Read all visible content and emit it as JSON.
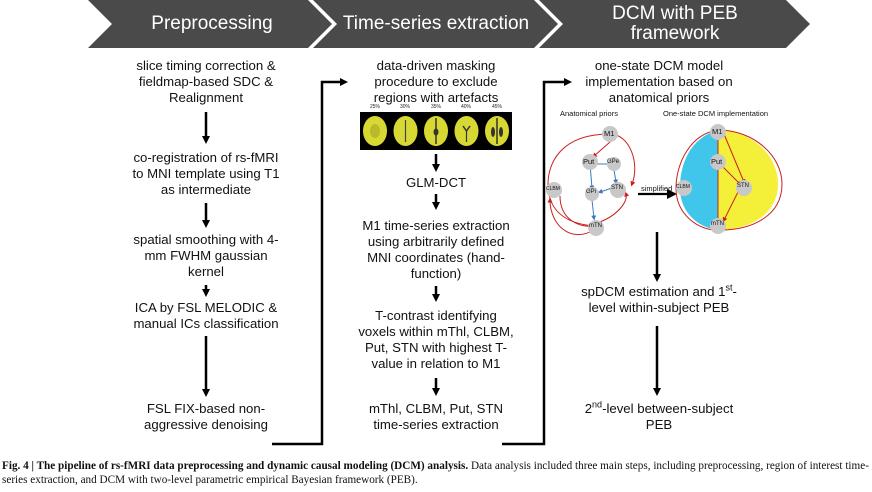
{
  "header": {
    "col1": "Preprocessing",
    "col2": "Time-series extraction",
    "col3_line1": "DCM with PEB",
    "col3_line2": "framework",
    "color": "#4a4a4a"
  },
  "preprocessing": {
    "s1": [
      "slice timing correction &",
      "fieldmap-based SDC &",
      "Realignment"
    ],
    "s2": [
      "co-registration of rs-fMRI",
      "to MNI template using T1",
      "as intermediate"
    ],
    "s3": [
      "spatial smoothing with 4-",
      "mm FWHM gaussian",
      "kernel"
    ],
    "s4": [
      "ICA by FSL MELODIC &",
      "manual ICs classification"
    ],
    "s5": [
      "FSL FIX-based non-",
      "aggressive denoising"
    ]
  },
  "timeseries": {
    "s1": [
      "data-driven masking",
      "procedure to exclude",
      "regions with artefacts"
    ],
    "brain_percentages": [
      "25%",
      "30%",
      "35%",
      "40%",
      "45%"
    ],
    "brain_color": "#d8d835",
    "s2": [
      "GLM-DCT"
    ],
    "s3": [
      "M1 time-series extraction",
      "using arbitrarily defined",
      "MNI coordinates (hand-",
      "function)"
    ],
    "s4": [
      "T-contrast identifying",
      "voxels within mThl, CLBM,",
      "Put, STN with highest T-",
      "value in relation to M1"
    ],
    "s5": [
      "mThl, CLBM, Put, STN",
      "time-series extraction"
    ]
  },
  "dcm": {
    "s1": [
      "one-state DCM model",
      "implementation based on",
      "anatomical priors"
    ],
    "fig_left_title": "Anatomical priors",
    "fig_right_title": "One-state DCM implementation",
    "simplified_label": "simplified",
    "nodes_left": [
      "M1",
      "Put",
      "GPe",
      "GPi",
      "STN",
      "CLBM",
      "mTN"
    ],
    "nodes_right": [
      "M1",
      "Put",
      "STN",
      "CLBM",
      "mTN"
    ],
    "s2_line1_pre": "spDCM estimation and 1",
    "s2_line1_sup": "st",
    "s2_line1_post": "-",
    "s2_line2": "level within-subject PEB",
    "s3_line1_pre": "2",
    "s3_line1_sup": "nd",
    "s3_line1_post": "-level between-subject",
    "s3_line2": "PEB",
    "region_colors": {
      "blue": "#3fc6ea",
      "yellow": "#f4f03a",
      "edge_red": "#cc1f1f"
    }
  },
  "caption": {
    "label": "Fig. 4 | The pipeline of rs-fMRI data preprocessing and dynamic causal modeling (DCM) analysis.",
    "text": " Data analysis included three main steps, including preprocessing, region of interest time-series extraction, and DCM with two-level parametric empirical Bayesian framework (PEB)."
  }
}
